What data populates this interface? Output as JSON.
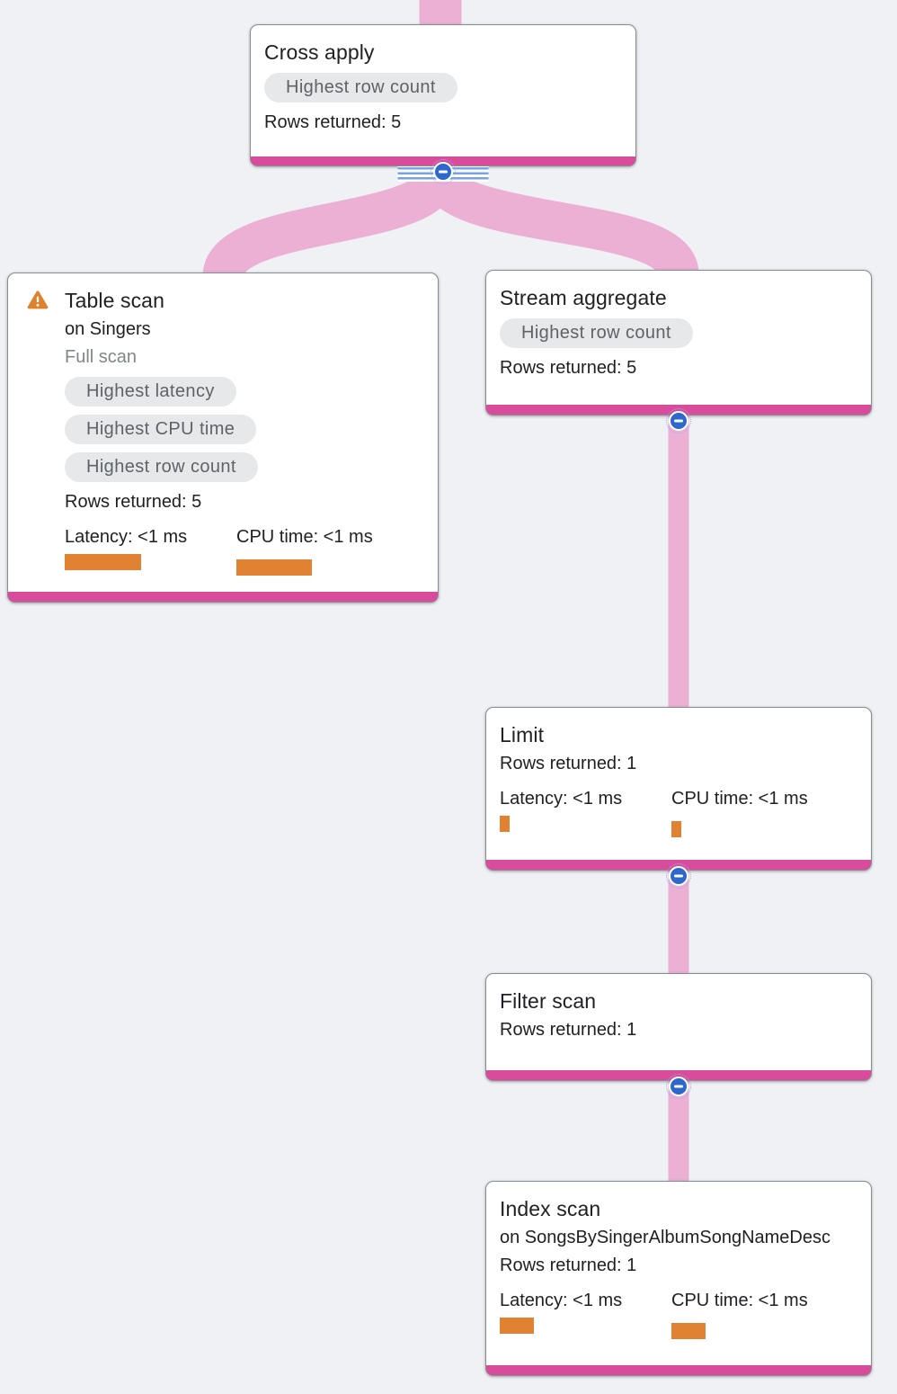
{
  "colors": {
    "background": "#F0F1F4",
    "edge_pink": "#ECB0D5",
    "node_accent_pink": "#D94C9C",
    "metric_bar_orange": "#E08231",
    "warning_orange": "#E0822C",
    "collapse_blue": "#2D69CD",
    "badge_bg": "#E6E8EA",
    "badge_text": "#5F6368"
  },
  "icons": {
    "warning": "warning-triangle",
    "collapse": "minus-circle"
  },
  "nodes": [
    {
      "id": "cross-apply",
      "title": "Cross apply",
      "badges": [
        "Highest row count"
      ],
      "rows_returned": "Rows returned: 5"
    },
    {
      "id": "table-scan",
      "title": "Table scan",
      "subtitle": "on Singers",
      "scan_type": "Full scan",
      "has_warning": true,
      "badges": [
        "Highest latency",
        "Highest CPU time",
        "Highest row count"
      ],
      "rows_returned": "Rows returned: 5",
      "latency_label": "Latency: <1 ms",
      "cpu_label": "CPU time: <1 ms",
      "latency_bar_width": 85,
      "cpu_bar_width": 84
    },
    {
      "id": "stream-aggregate",
      "title": "Stream aggregate",
      "badges": [
        "Highest row count"
      ],
      "rows_returned": "Rows returned: 5"
    },
    {
      "id": "limit",
      "title": "Limit",
      "rows_returned": "Rows returned: 1",
      "latency_label": "Latency: <1 ms",
      "cpu_label": "CPU time: <1 ms",
      "latency_bar_width": 11,
      "cpu_bar_width": 11
    },
    {
      "id": "filter-scan",
      "title": "Filter scan",
      "rows_returned": "Rows returned: 1"
    },
    {
      "id": "index-scan",
      "title": "Index scan",
      "subtitle": "on SongsBySingerAlbumSongNameDesc",
      "rows_returned": "Rows returned: 1",
      "latency_label": "Latency: <1 ms",
      "cpu_label": "CPU time: <1 ms",
      "latency_bar_width": 38,
      "cpu_bar_width": 38
    }
  ],
  "edges": [
    {
      "from": "parent-offscreen",
      "to": "cross-apply"
    },
    {
      "from": "cross-apply",
      "to": "table-scan"
    },
    {
      "from": "cross-apply",
      "to": "stream-aggregate"
    },
    {
      "from": "stream-aggregate",
      "to": "limit"
    },
    {
      "from": "limit",
      "to": "filter-scan"
    },
    {
      "from": "filter-scan",
      "to": "index-scan"
    }
  ]
}
